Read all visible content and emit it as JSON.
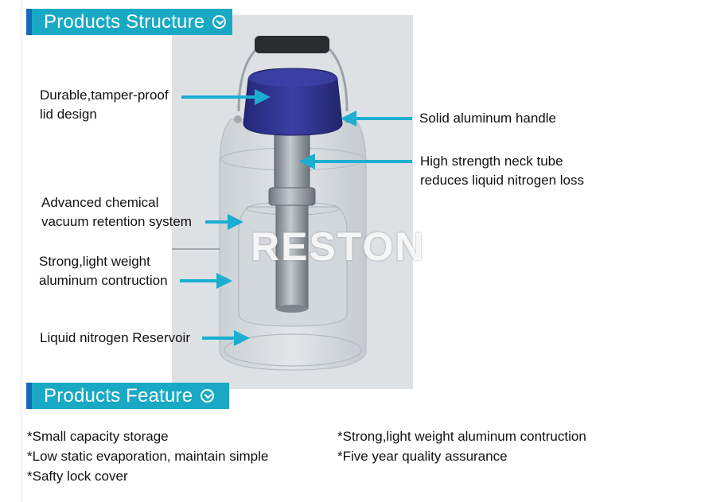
{
  "structure_header": {
    "title": "Products Structure",
    "icon": "chevron-down-circle-icon"
  },
  "feature_header": {
    "title": "Products Feature",
    "icon": "chevron-down-circle-icon"
  },
  "watermark": "RESTON",
  "colors": {
    "header": "#19a9c4",
    "header_accent": "#1569b6",
    "arrow": "#1aaed1",
    "lid": "#2e3291"
  },
  "callouts": {
    "lid_line1": "Durable,tamper-proof",
    "lid_line2": "lid design",
    "handle": "Solid aluminum handle",
    "neck_line1": "High strength neck tube",
    "neck_line2": "reduces liquid nitrogen loss",
    "vacuum_line1": "Advanced chemical",
    "vacuum_line2": "vacuum retention system",
    "aluminum_line1": "Strong,light weight",
    "aluminum_line2": "aluminum contruction",
    "reservoir": "Liquid nitrogen Reservoir"
  },
  "features": {
    "left": [
      "*Small capacity storage",
      "*Low static evaporation, maintain simple",
      "*Safty lock cover"
    ],
    "right": [
      "*Strong,light weight aluminum contruction",
      "*Five year quality assurance"
    ]
  }
}
